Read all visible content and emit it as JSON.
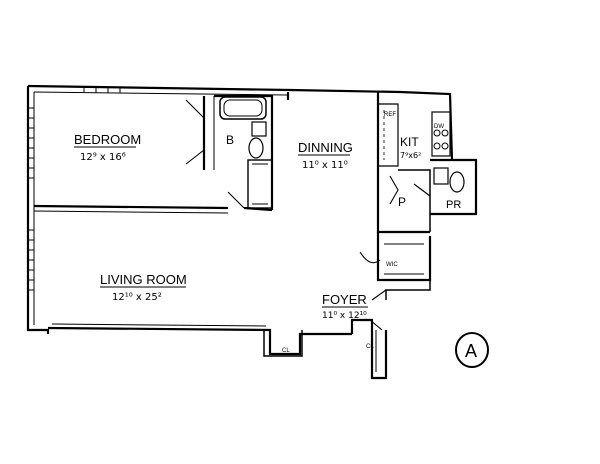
{
  "rooms": {
    "bedroom": {
      "name": "BEDROOM",
      "dims": "12⁹ x 16⁶"
    },
    "bath": {
      "name": "B"
    },
    "dining": {
      "name": "DINNING",
      "dims": "11⁰ x 11⁰"
    },
    "kitchen": {
      "name": "KIT",
      "dims": "7⁹x6²"
    },
    "pantry": {
      "name": "P"
    },
    "powder_room": {
      "name": "PR"
    },
    "walk_in_closet": {
      "name": "WIC"
    },
    "living_room": {
      "name": "LIVING ROOM",
      "dims": "12¹⁰ x 25²"
    },
    "foyer": {
      "name": "FOYER",
      "dims": "11⁰ x 12¹⁰"
    },
    "closet_1": {
      "name": "CL"
    },
    "closet_2": {
      "name": "CL"
    },
    "refrigerator": {
      "name": "REF"
    },
    "dishwasher": {
      "name": "DW"
    }
  },
  "unit_badge": {
    "letter": "A"
  },
  "colors": {
    "ink": "#000000",
    "background": "#ffffff"
  }
}
